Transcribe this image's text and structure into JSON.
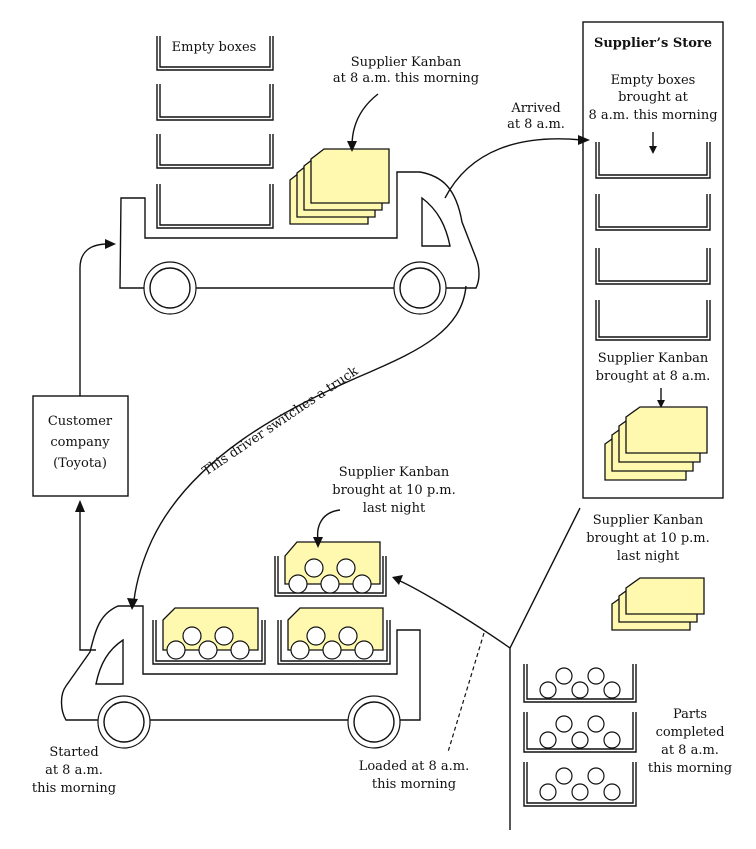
{
  "labels": {
    "empty_boxes": "Empty boxes",
    "supplier_kanban_morning_1": "Supplier Kanban",
    "supplier_kanban_morning_2": "at 8 a.m. this morning",
    "arrived_1": "Arrived",
    "arrived_2": "at 8 a.m.",
    "supplier_store_title": "Supplier’s Store",
    "store_empty_1": "Empty boxes",
    "store_empty_2": "brought at",
    "store_empty_3": "8 a.m. this morning",
    "store_kanban_1": "Supplier Kanban",
    "store_kanban_2": "brought at 8 a.m.",
    "customer_1": "Customer",
    "customer_2": "company",
    "customer_3": "(Toyota)",
    "driver_switch": "This driver switches a truck",
    "kanban_night_1": "Supplier Kanban",
    "kanban_night_2": "brought at 10 p.m.",
    "kanban_night_3": "last night",
    "kanban_night_right_1": "Supplier Kanban",
    "kanban_night_right_2": "brought at 10 p.m.",
    "kanban_night_right_3": "last night",
    "started_1": "Started",
    "started_2": "at 8 a.m.",
    "started_3": "this morning",
    "loaded_1": "Loaded at 8 a.m.",
    "loaded_2": "this morning",
    "parts_1": "Parts",
    "parts_2": "completed",
    "parts_3": "at 8 a.m.",
    "parts_4": "this morning"
  },
  "colors": {
    "card_fill": "#fff9b0",
    "line": "#111111",
    "background": "#ffffff"
  }
}
